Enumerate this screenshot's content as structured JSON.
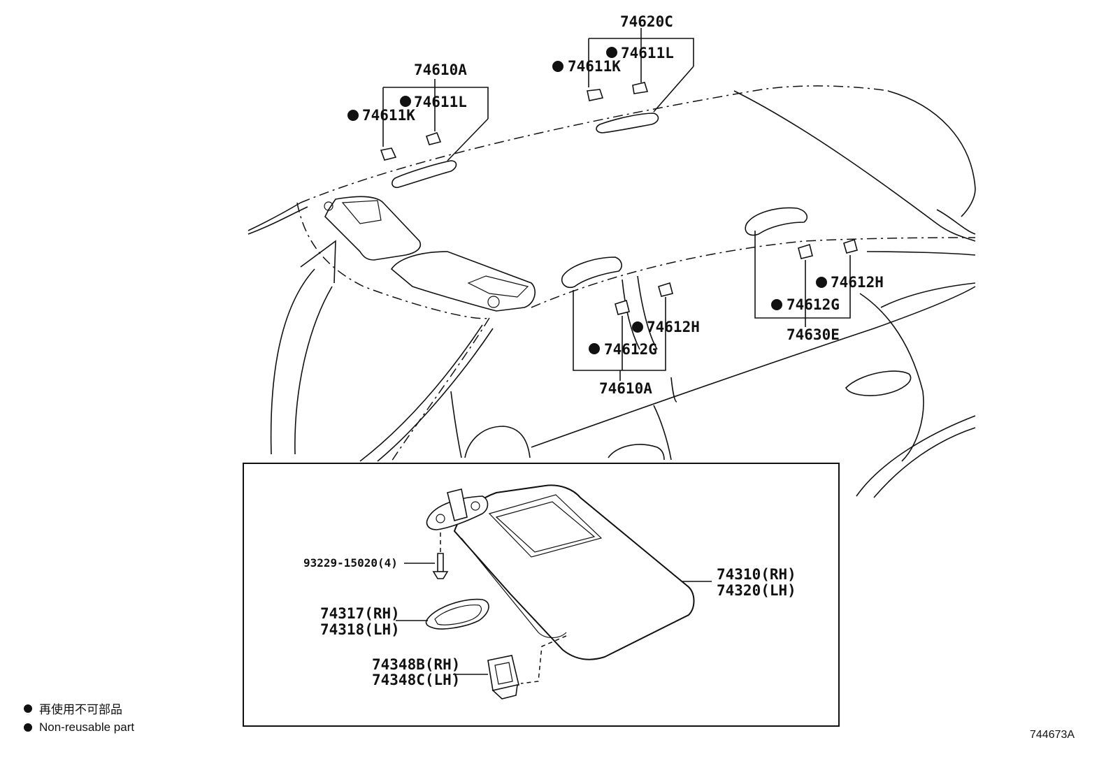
{
  "labels": {
    "p74620C": "74620C",
    "p74611L_top": "74611L",
    "p74611K_top": "74611K",
    "p74610A_left": "74610A",
    "p74611L_left": "74611L",
    "p74611K_left": "74611K",
    "p74612H_right": "74612H",
    "p74612G_right": "74612G",
    "p74630E": "74630E",
    "p74612H_mid": "74612H",
    "p74612G_mid": "74612G",
    "p74610A_mid": "74610A",
    "p93229": "93229-15020(4)",
    "p74310": "74310(RH)",
    "p74320": "74320(LH)",
    "p74317": "74317(RH)",
    "p74318": "74318(LH)",
    "p74348B": "74348B(RH)",
    "p74348C": "74348C(LH)"
  },
  "legend": {
    "japanese": "再使用不可部品",
    "english": "Non-reusable part"
  },
  "figure_code": "744673A"
}
